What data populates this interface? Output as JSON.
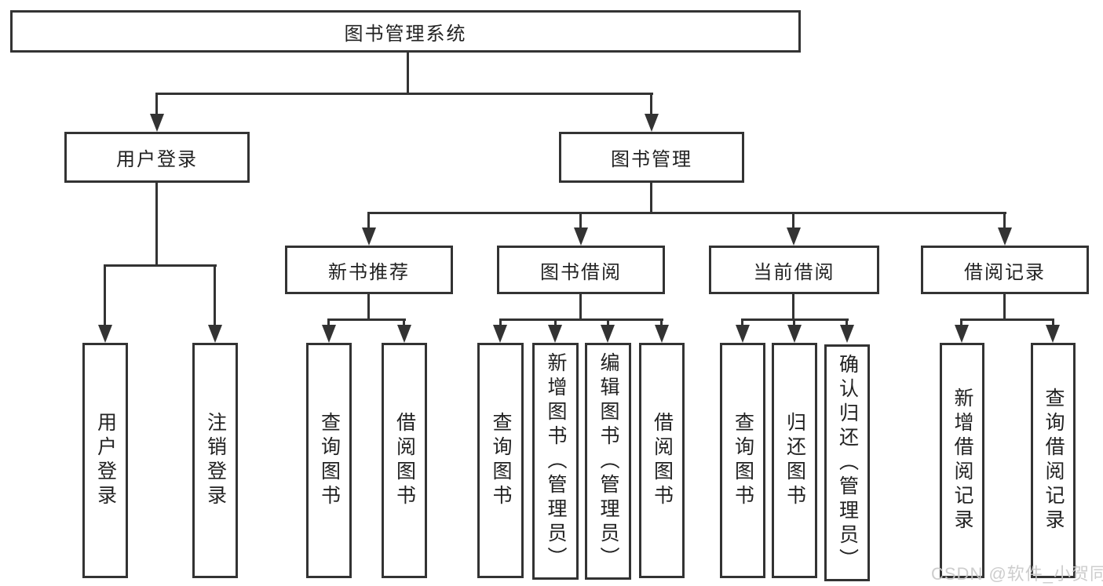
{
  "diagram": {
    "tree": {
      "root": {
        "label": "图书管理系统",
        "children": [
          {
            "label": "用户登录",
            "children": [
              {
                "label": "用户登录"
              },
              {
                "label": "注销登录"
              }
            ]
          },
          {
            "label": "图书管理",
            "children": [
              {
                "label": "新书推荐",
                "children": [
                  {
                    "label": "查询图书"
                  },
                  {
                    "label": "借阅图书"
                  }
                ]
              },
              {
                "label": "图书借阅",
                "children": [
                  {
                    "label": "查询图书"
                  },
                  {
                    "label": "新增图书（管理员）"
                  },
                  {
                    "label": "编辑图书（管理员）"
                  },
                  {
                    "label": "借阅图书"
                  }
                ]
              },
              {
                "label": "当前借阅",
                "children": [
                  {
                    "label": "查询图书"
                  },
                  {
                    "label": "归还图书"
                  },
                  {
                    "label": "确认归还（管理员）"
                  }
                ]
              },
              {
                "label": "借阅记录",
                "children": [
                  {
                    "label": "新增借阅记录"
                  },
                  {
                    "label": "查询借阅记录"
                  }
                ]
              }
            ]
          }
        ]
      }
    },
    "watermark": {
      "text": "CSDN @软件_小贺同学"
    },
    "colors": {
      "line": "#333333",
      "text": "#222222",
      "background": "#ffffff",
      "watermark": "#c8c8c8"
    }
  }
}
